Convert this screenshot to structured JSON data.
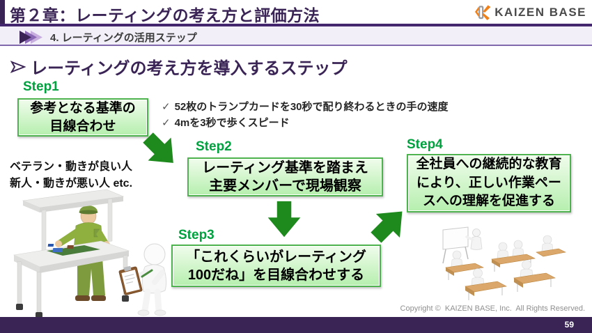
{
  "colors": {
    "accent_purple": "#3a2456",
    "rule_purple": "#43266e",
    "light_purple_line": "#8168ad",
    "step_green": "#00a13e",
    "box_border_green": "#4db44d",
    "arrow_green": "#1e8a1e",
    "footer_purple": "#3a2456"
  },
  "header": {
    "chapter_title": "第２章：レーティングの考え方と評価方法",
    "logo_text": "KAIZEN BASE",
    "section_label": "4. レーティングの活用ステップ"
  },
  "main": {
    "heading": "レーティングの考え方を導入するステップ",
    "steps": [
      {
        "label": "Step1",
        "text": "参考となる基準の\n目線合わせ"
      },
      {
        "label": "Step2",
        "text": "レーティング基準を踏まえ\n主要メンバーで現場観察"
      },
      {
        "label": "Step3",
        "text": "「これくらいがレーティング\n100だね」を目線合わせする"
      },
      {
        "label": "Step4",
        "text": "全社員への継続的な教育\nにより、正しい作業ペー\nスへの理解を促進する"
      }
    ],
    "checklist": {
      "check_glyph": "✓",
      "items": [
        "52枚のトランプカードを30秒で配り終わるときの手の速度",
        "4mを3秒で歩くスピード"
      ]
    },
    "side_note": "ベテラン・動きが良い人\n新人・動きが悪い人 etc."
  },
  "footer": {
    "copyright": "Copyright ©  KAIZEN BASE, Inc.  All Rights Reserved.",
    "page_number": "59"
  }
}
